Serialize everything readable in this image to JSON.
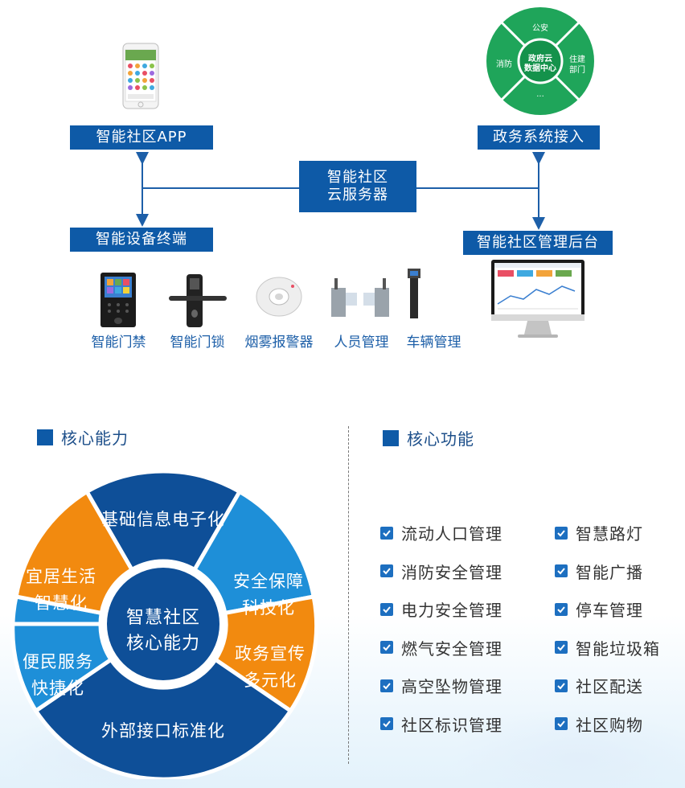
{
  "top": {
    "app_label": "智能社区APP",
    "gov_label": "政务系统接入",
    "cloud_label_line1": "智能社区",
    "cloud_label_line2": "云服务器",
    "device_terminal_label": "智能设备终端",
    "backend_label": "智能社区管理后台",
    "gov_wheel": {
      "center_line1": "政府云",
      "center_line2": "数据中心",
      "top": "公安",
      "left": "消防",
      "right_line1": "住建",
      "right_line2": "部门",
      "bottom": "..."
    },
    "devices": [
      "智能门禁",
      "智能门锁",
      "烟雾报警器",
      "人员管理",
      "车辆管理"
    ]
  },
  "core_ability": {
    "title": "核心能力",
    "center_line1": "智慧社区",
    "center_line2": "核心能力",
    "segments": {
      "top": "基础信息电子化",
      "upper_right_line1": "安全保障",
      "upper_right_line2": "科技化",
      "lower_right_line1": "政务宣传",
      "lower_right_line2": "多元化",
      "bottom": "外部接口标准化",
      "lower_left_line1": "便民服务",
      "lower_left_line2": "快捷化",
      "upper_left_line1": "宜居生活",
      "upper_left_line2": "智慧化"
    },
    "colors": {
      "dark_blue": "#0e4f98",
      "light_blue": "#1e8fd8",
      "orange": "#f28a0f"
    }
  },
  "core_function": {
    "title": "核心功能",
    "left_items": [
      "流动人口管理",
      "消防安全管理",
      "电力安全管理",
      "燃气安全管理",
      "高空坠物管理",
      "社区标识管理"
    ],
    "right_items": [
      "智慧路灯",
      "智能广播",
      "停车管理",
      "智能垃圾箱",
      "社区配送",
      "社区购物"
    ]
  }
}
